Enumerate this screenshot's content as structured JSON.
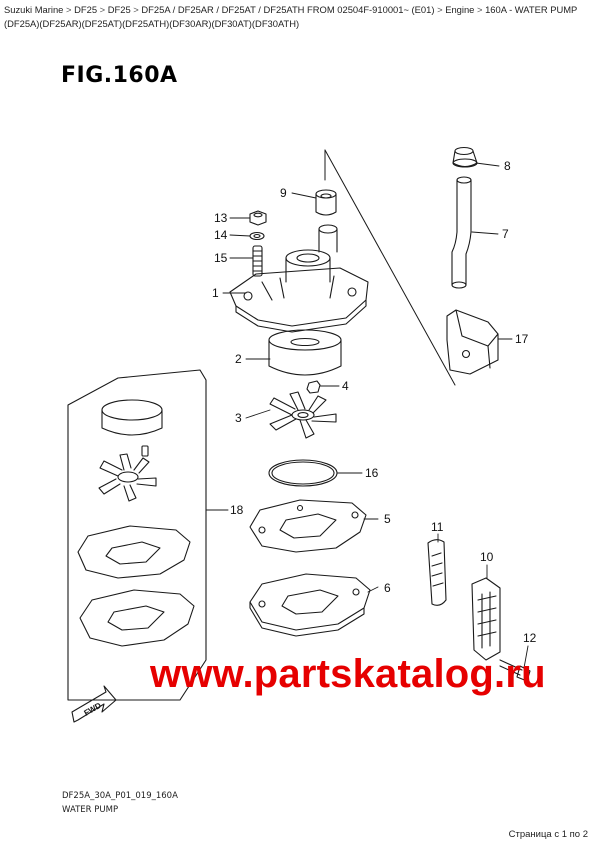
{
  "breadcrumb": {
    "items": [
      "Suzuki Marine",
      "DF25",
      "DF25",
      "DF25A / DF25AR / DF25AT / DF25ATH FROM 02504F-910001~ (E01)",
      "Engine"
    ],
    "current": "160A - WATER PUMP",
    "separator": ">"
  },
  "models_line": "(DF25A)(DF25AR)(DF25AT)(DF25ATH)(DF30AR)(DF30AT)(DF30ATH)",
  "figure": {
    "title": "FIG.160A",
    "drawing_code": "DF25A_30A_P01_019_160A",
    "drawing_name": "WATER PUMP",
    "fwd_label": "FWD"
  },
  "callouts": [
    "1",
    "2",
    "3",
    "4",
    "5",
    "6",
    "7",
    "8",
    "9",
    "10",
    "11",
    "12",
    "13",
    "14",
    "15",
    "16",
    "17",
    "18"
  ],
  "watermark": "www.partskatalog.ru",
  "pagination": "Страница с 1 по 2",
  "colors": {
    "watermark": "#e60000",
    "line": "#1a1a1a"
  }
}
